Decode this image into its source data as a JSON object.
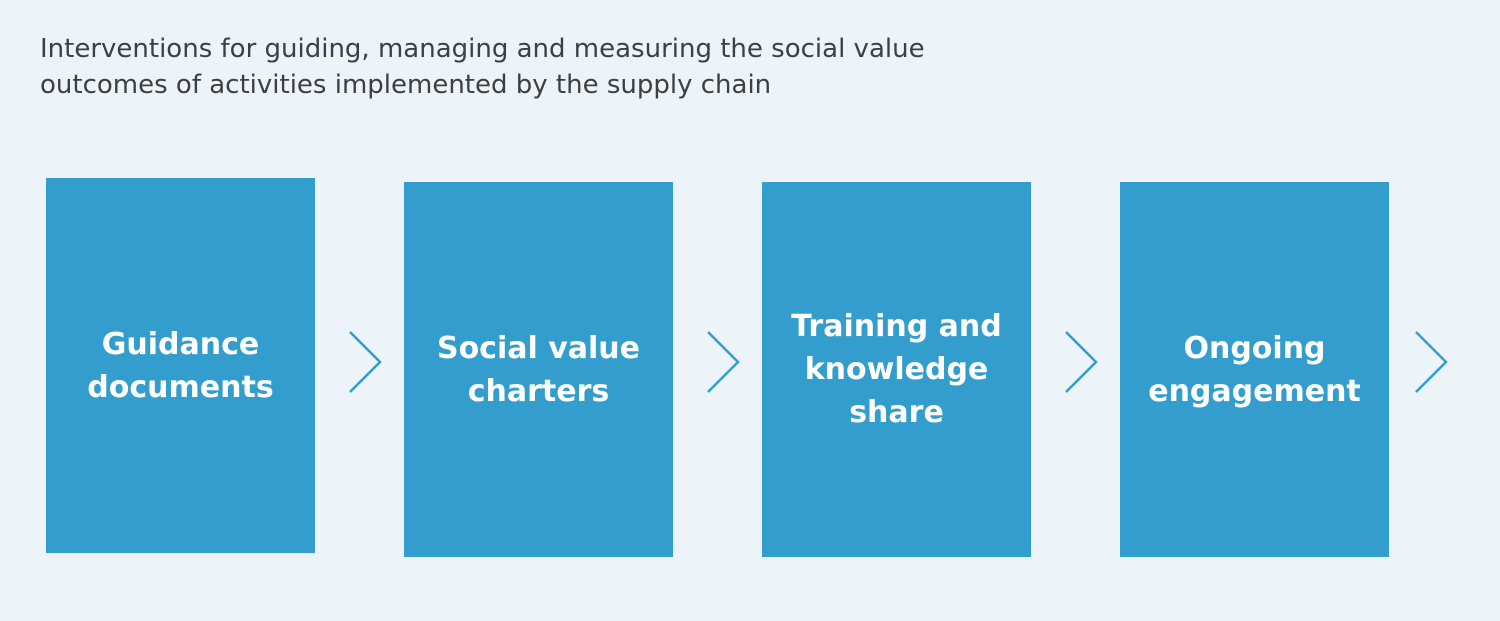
{
  "title": {
    "line1": "Interventions for guiding, managing and measuring the social value",
    "line2": "outcomes of activities implemented by the supply chain"
  },
  "steps": [
    {
      "lines": [
        "Guidance",
        "documents"
      ]
    },
    {
      "lines": [
        "Social value",
        "charters"
      ]
    },
    {
      "lines": [
        "Training and",
        "knowledge",
        "share"
      ]
    },
    {
      "lines": [
        "Ongoing",
        "engagement"
      ]
    }
  ],
  "colors": {
    "background": "#ecf4fa",
    "box": "#339ecd",
    "box_text": "#ffffff",
    "chevron": "#339ecd",
    "title_text": "#3f3f3f"
  },
  "icons": {
    "connector": "chevron-right-icon"
  }
}
